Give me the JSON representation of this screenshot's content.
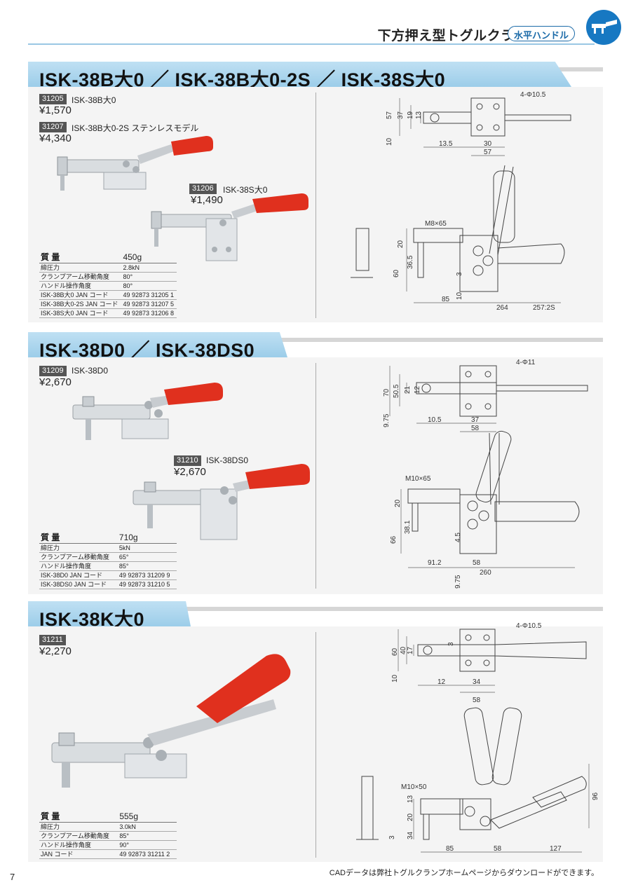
{
  "header": {
    "title": "下方押え型トグルクランプ",
    "tag": "水平ハンドル",
    "logo_icon": "toggle-clamp-logo-icon"
  },
  "colors": {
    "banner": "#a8d4ee",
    "accent_blue": "#1778c2",
    "handle_red": "#e0301e",
    "code_box": "#555555"
  },
  "sections": [
    {
      "title": "ISK-38B大0 ／ ISK-38B大0-2S ／ ISK-38S大0",
      "products": [
        {
          "code": "31205",
          "name": "ISK-38B大0",
          "price": "¥1,570"
        },
        {
          "code": "31207",
          "name": "ISK-38B大0-2S ステンレスモデル",
          "price": "¥4,340"
        },
        {
          "code": "31206",
          "name": "ISK-38S大0",
          "price": "¥1,490"
        }
      ],
      "specs": {
        "head_label": "質 量",
        "head_value": "450g",
        "rows": [
          {
            "label": "締圧力",
            "value": "2.8kN"
          },
          {
            "label": "クランプアーム移動角度",
            "value": "80°"
          },
          {
            "label": "ハンドル操作角度",
            "value": "80°"
          },
          {
            "label": "ISK-38B大0 JAN コード",
            "value": "49 92873 31205 1"
          },
          {
            "label": "ISK-38B大0-2S JAN コード",
            "value": "49 92873 31207 5"
          },
          {
            "label": "ISK-38S大0 JAN コード",
            "value": "49 92873 31206 8"
          }
        ]
      },
      "dims": {
        "top": [
          "4-Φ10.5",
          "57",
          "37",
          "19",
          "13",
          "10",
          "13.5",
          "30",
          "57"
        ],
        "side": [
          "M8×65",
          "20",
          "36.5",
          "60",
          "3",
          "85",
          "10",
          "264",
          "257:2S"
        ]
      }
    },
    {
      "title": "ISK-38D0 ／ ISK-38DS0",
      "products": [
        {
          "code": "31209",
          "name": "ISK-38D0",
          "price": "¥2,670"
        },
        {
          "code": "31210",
          "name": "ISK-38DS0",
          "price": "¥2,670"
        }
      ],
      "specs": {
        "head_label": "質 量",
        "head_value": "710g",
        "rows": [
          {
            "label": "締圧力",
            "value": "5kN"
          },
          {
            "label": "クランプアーム移動角度",
            "value": "65°"
          },
          {
            "label": "ハンドル操作角度",
            "value": "85°"
          },
          {
            "label": "ISK-38D0 JAN コード",
            "value": "49 92873 31209 9"
          },
          {
            "label": "ISK-38DS0 JAN コード",
            "value": "49 92873 31210 5"
          }
        ]
      },
      "dims": {
        "top": [
          "4-Φ11",
          "70",
          "50.5",
          "21",
          "12",
          "9.75",
          "10.5",
          "37",
          "58"
        ],
        "side": [
          "M10×65",
          "20",
          "38.1",
          "66",
          "4.5",
          "91.2",
          "58",
          "260",
          "9.75"
        ]
      }
    },
    {
      "title": "ISK-38K大0",
      "products": [
        {
          "code": "31211",
          "name": "",
          "price": "¥2,270"
        }
      ],
      "specs": {
        "head_label": "質 量",
        "head_value": "555g",
        "rows": [
          {
            "label": "締圧力",
            "value": "3.0kN"
          },
          {
            "label": "クランプアーム移動角度",
            "value": "85°"
          },
          {
            "label": "ハンドル操作角度",
            "value": "90°"
          },
          {
            "label": "JAN コード",
            "value": "49 92873 31211 2"
          }
        ]
      },
      "dims": {
        "top": [
          "4-Φ10.5",
          "60",
          "40",
          "17",
          "3",
          "10",
          "12",
          "34",
          "58"
        ],
        "side": [
          "M10×50",
          "13",
          "20",
          "34",
          "3",
          "96",
          "85",
          "58",
          "127"
        ]
      }
    }
  ],
  "footer": {
    "note": "CADデータは弊社トグルクランプホームページからダウンロードができます。",
    "page": "7"
  }
}
